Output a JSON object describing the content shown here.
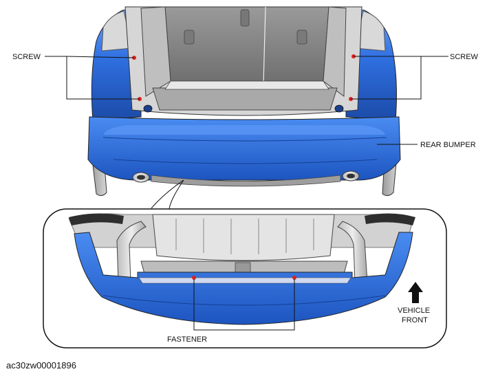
{
  "labels": {
    "screw_left": "SCREW",
    "screw_right": "SCREW",
    "rear_bumper": "REAR BUMPER",
    "fastener": "FASTENER",
    "vehicle_front_line1": "VEHICLE",
    "vehicle_front_line2": "FRONT"
  },
  "figure_code": "ac30zw00001896",
  "colors": {
    "bumper_blue": "#2f6fe0",
    "bumper_light": "#6ea8ff",
    "bumper_dark": "#1c4ba8",
    "body_gray": "#cfcfcf",
    "cargo_gray": "#8a8a8a",
    "fastener_red": "#e02020"
  },
  "icons": {
    "arrow": "arrow-up-icon"
  }
}
